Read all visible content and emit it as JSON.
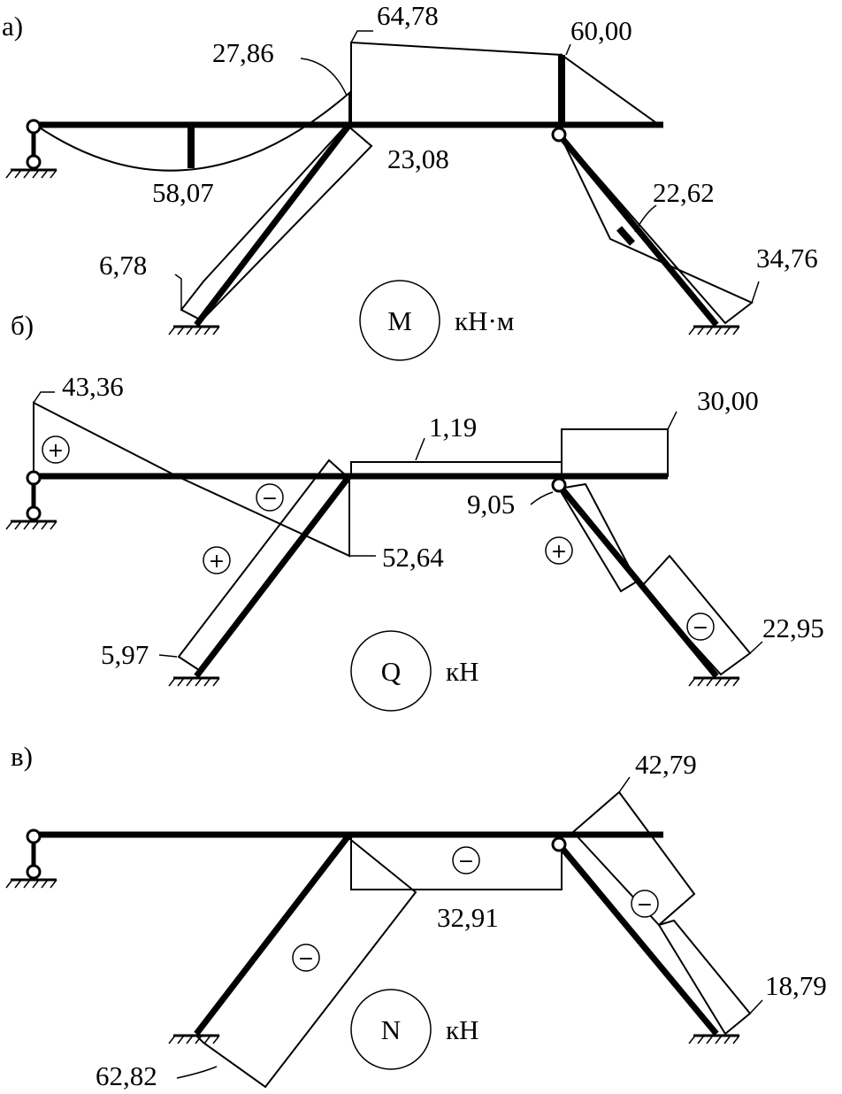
{
  "panels": {
    "a": {
      "letter": "а)",
      "symbol": "M",
      "unit": "кН·м",
      "values": [
        "64,78",
        "27,86",
        "60,00",
        "23,08",
        "58,07",
        "22,62",
        "6,78",
        "34,76"
      ]
    },
    "b": {
      "letter": "б)",
      "symbol": "Q",
      "unit": "кН",
      "values": [
        "43,36",
        "1,19",
        "30,00",
        "9,05",
        "52,64",
        "5,97",
        "22,95"
      ]
    },
    "c": {
      "letter": "в)",
      "symbol": "N",
      "unit": "кН",
      "values": [
        "42,79",
        "32,91",
        "18,79",
        "62,82"
      ]
    }
  },
  "signs": {
    "plus": "+",
    "minus": "−"
  }
}
